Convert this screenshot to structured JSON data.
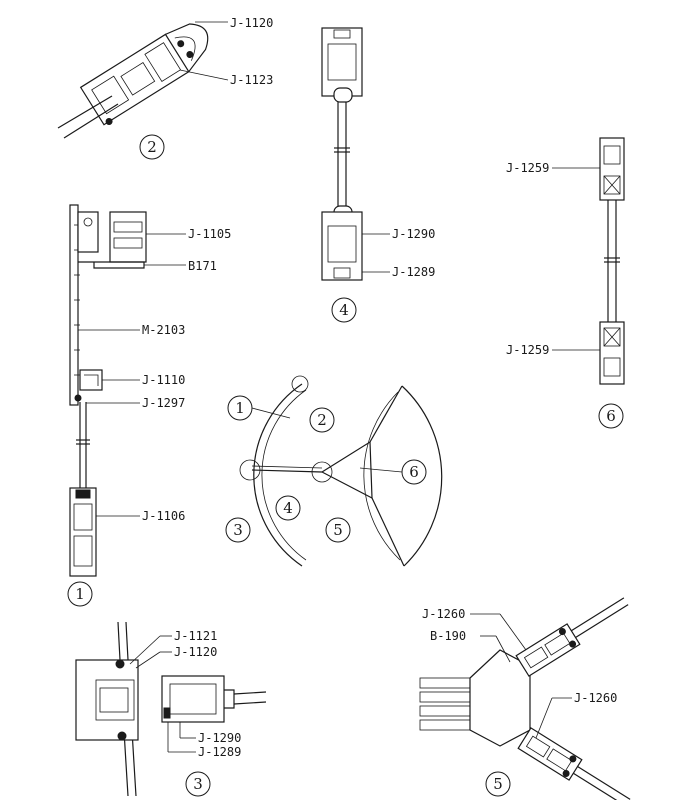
{
  "detail2": {
    "labels": [
      "J-1120",
      "J-1123"
    ],
    "number": "2"
  },
  "detail4": {
    "labels": [
      "J-1290",
      "J-1289"
    ],
    "number": "4"
  },
  "detail6": {
    "labels": [
      "J-1259",
      "J-1259"
    ],
    "number": "6"
  },
  "detail1": {
    "labels": [
      "J-1105",
      "B171",
      "M-2103",
      "J-1110",
      "J-1297",
      "J-1106"
    ],
    "number": "1"
  },
  "plan": {
    "markers": [
      "1",
      "2",
      "3",
      "4",
      "5",
      "6"
    ]
  },
  "detail3": {
    "labels": [
      "J-1121",
      "J-1120",
      "J-1290",
      "J-1289"
    ],
    "number": "3"
  },
  "detail5": {
    "labels": [
      "J-1260",
      "B-190",
      "J-1260"
    ],
    "number": "5"
  }
}
